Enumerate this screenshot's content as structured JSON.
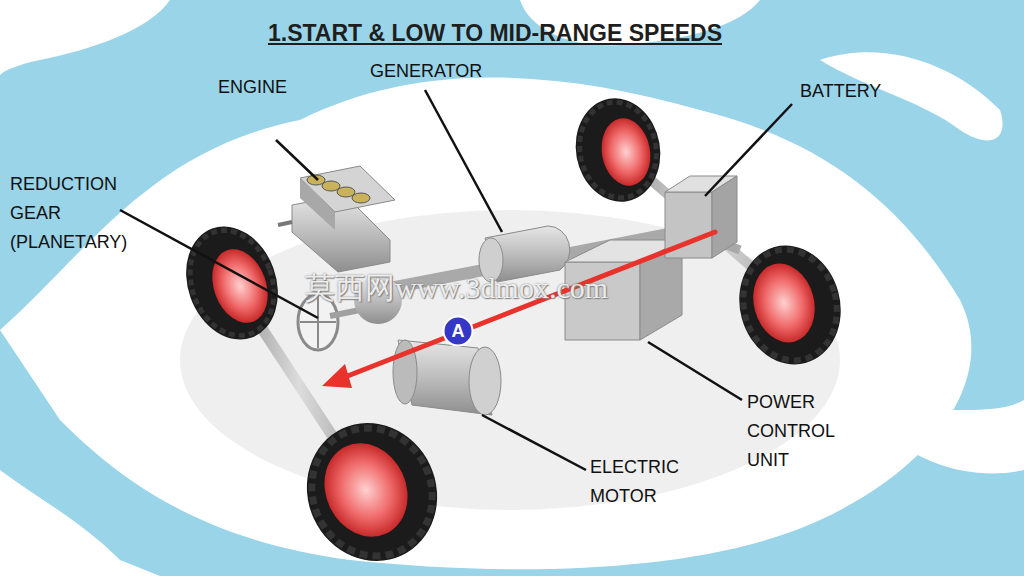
{
  "diagram": {
    "title": "1.START & LOW TO MID-RANGE SPEEDS",
    "nodes": [
      {
        "text": [
          "A"
        ]
      }
    ],
    "labels": [
      "ENGINE",
      "GENERATOR",
      "BATTERY",
      "REDUCTION GEAR (PLANETARY)",
      "POWER CONTROL UNIT",
      "ELECTRIC MOTOR",
      "莫西网www.3dmox.com"
    ]
  }
}
